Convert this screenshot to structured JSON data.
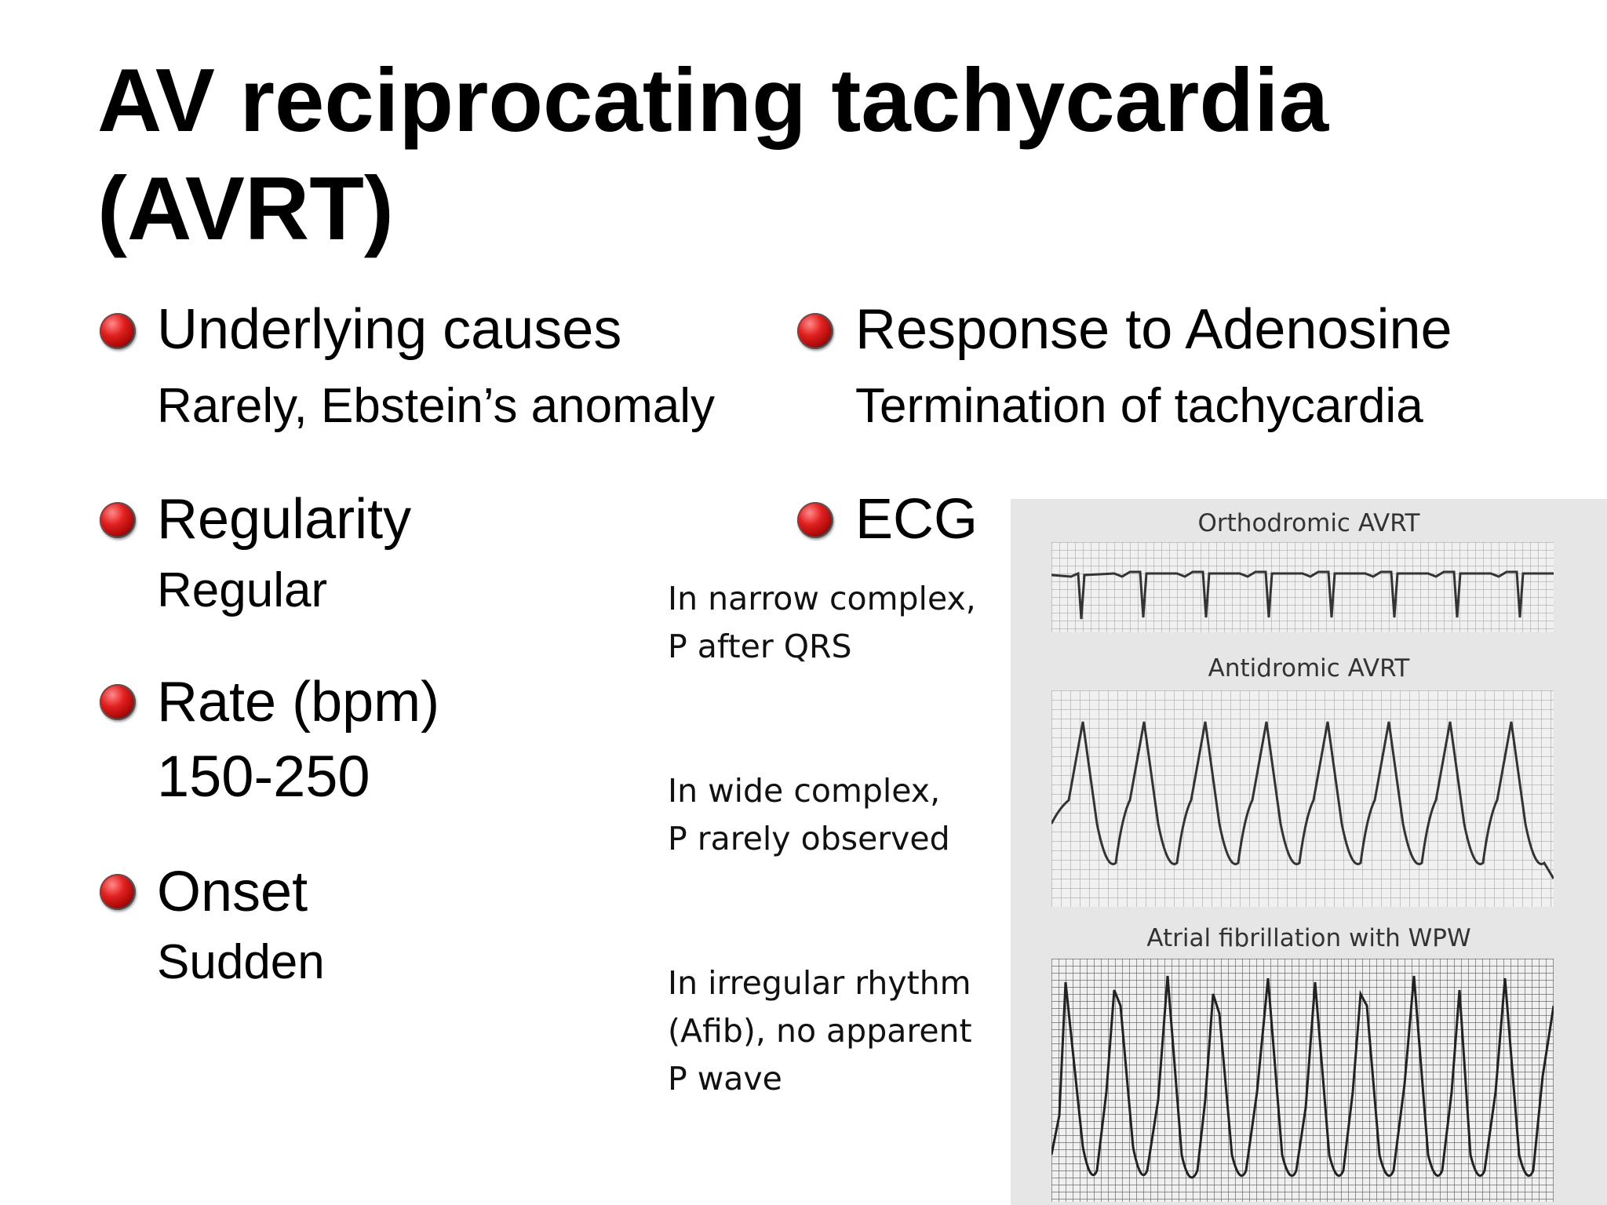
{
  "slide": {
    "title": "AV reciprocating tachycardia (AVRT)",
    "bullets_left": [
      {
        "head": "Underlying causes",
        "sub": "Rarely, Ebstein’s anomaly"
      },
      {
        "head": "Regularity",
        "sub": "Regular"
      },
      {
        "head": "Rate (bpm)",
        "sub": "150-250"
      },
      {
        "head": "Onset",
        "sub": "Sudden"
      }
    ],
    "bullets_right": [
      {
        "head": "Response to Adenosine",
        "sub": "Termination of tachycardia"
      },
      {
        "head": "ECG"
      }
    ],
    "ecg_notes": [
      "In narrow complex,\nP after QRS",
      "In wide complex,\nP rarely observed",
      "In irregular rhythm\n(Afib), no apparent\nP wave"
    ],
    "ecg_strips": [
      {
        "label": "Orthodromic AVRT"
      },
      {
        "label": "Antidromic AVRT"
      },
      {
        "label": "Atrial fibrillation with WPW"
      }
    ],
    "colors": {
      "bullet": "#c00000",
      "ecg_panel": "#e6e6e6",
      "grid": "#888888",
      "trace": "#333333"
    },
    "icons": {
      "bullet": "red-sphere-bullet-icon"
    }
  }
}
